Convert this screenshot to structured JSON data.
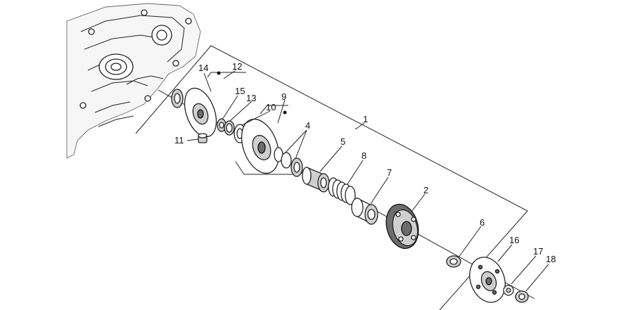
{
  "callouts": [
    {
      "id": "1",
      "text": "1"
    },
    {
      "id": "2",
      "text": "2"
    },
    {
      "id": "4",
      "text": "4"
    },
    {
      "id": "5",
      "text": "5"
    },
    {
      "id": "6",
      "text": "6"
    },
    {
      "id": "7",
      "text": "7"
    },
    {
      "id": "8",
      "text": "8"
    },
    {
      "id": "9",
      "text": "9"
    },
    {
      "id": "10",
      "text": "10"
    },
    {
      "id": "11",
      "text": "11"
    },
    {
      "id": "12",
      "text": "12"
    },
    {
      "id": "13",
      "text": "13"
    },
    {
      "id": "14",
      "text": "14"
    },
    {
      "id": "15",
      "text": "15"
    },
    {
      "id": "16",
      "text": "16"
    },
    {
      "id": "17",
      "text": "17"
    },
    {
      "id": "18",
      "text": "18"
    }
  ]
}
